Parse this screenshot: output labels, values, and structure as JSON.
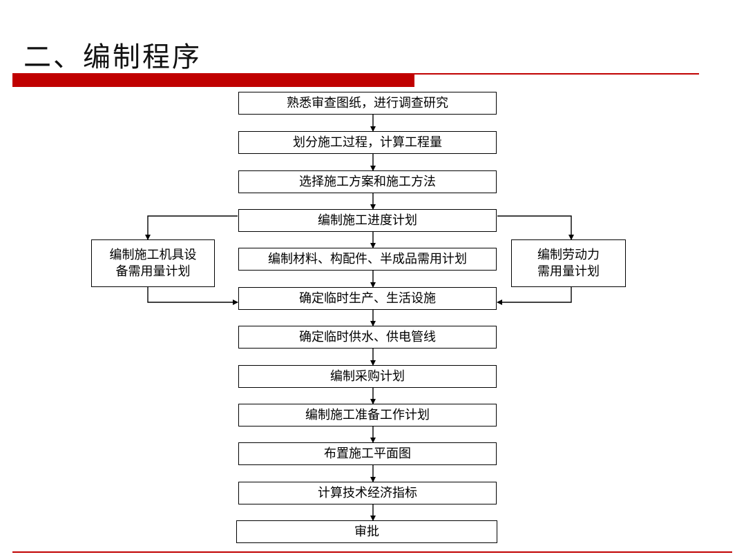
{
  "title": "二、编制程序",
  "colors": {
    "accent_red": "#c00000",
    "box_border": "#000000",
    "text": "#000000"
  },
  "steps": [
    "熟悉审查图纸，进行调查研究",
    "划分施工过程，计算工程量",
    "选择施工方案和施工方法",
    "编制施工进度计划",
    "编制材料、构配件、半成品需用计划",
    "确定临时生产、生活设施",
    "确定临时供水、供电管线",
    "编制采购计划",
    "编制施工准备工作计划",
    "布置施工平面图",
    "计算技术经济指标",
    "审批"
  ],
  "side_boxes": {
    "left": [
      "编制施工机具设",
      "备需用量计划"
    ],
    "right": [
      "编制劳动力",
      "需用量计划"
    ]
  }
}
